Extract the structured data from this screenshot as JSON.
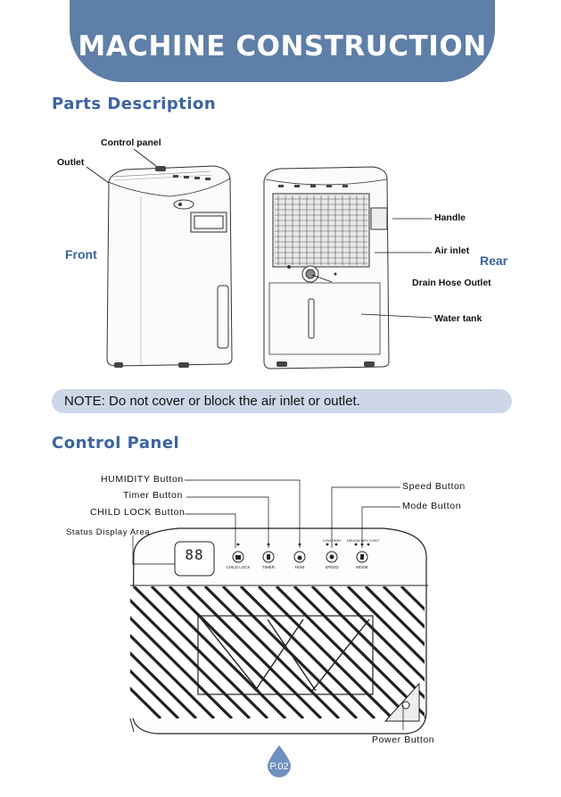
{
  "header": {
    "title": "MACHINE CONSTRUCTION"
  },
  "parts": {
    "title": "Parts Description",
    "front_label": "Front",
    "rear_label": "Rear",
    "callouts": {
      "control_panel": "Control panel",
      "outlet": "Outlet",
      "handle": "Handle",
      "air_inlet": "Air inlet",
      "drain_hose_outlet": "Drain Hose Outlet",
      "water_tank": "Water tank"
    }
  },
  "note": {
    "text": "NOTE: Do not cover or block the air inlet or outlet."
  },
  "control_panel": {
    "title": "Control Panel",
    "callouts": {
      "humidity": "HUMIDITY Button",
      "timer": "Timer Button",
      "child_lock": "CHILD LOCK Button",
      "status": "Status Display Area",
      "speed": "Speed Button",
      "mode": "Mode Button",
      "power": "Power Button"
    },
    "display": {
      "digits": "88"
    },
    "buttons": [
      {
        "label": "CHILD LOCK"
      },
      {
        "label": "TIMER"
      },
      {
        "label": "HUM"
      },
      {
        "label": "SPEED"
      },
      {
        "label": "MODE"
      }
    ],
    "speed_indicators": "LOW HIGH",
    "mode_indicators": "DEHUM DRY CONT"
  },
  "footer": {
    "page": "P.02"
  },
  "colors": {
    "accent": "#5e7fa8",
    "title_blue": "#3b63a0",
    "note_bg": "#cdd7e8",
    "drop": "#6f90bf"
  }
}
